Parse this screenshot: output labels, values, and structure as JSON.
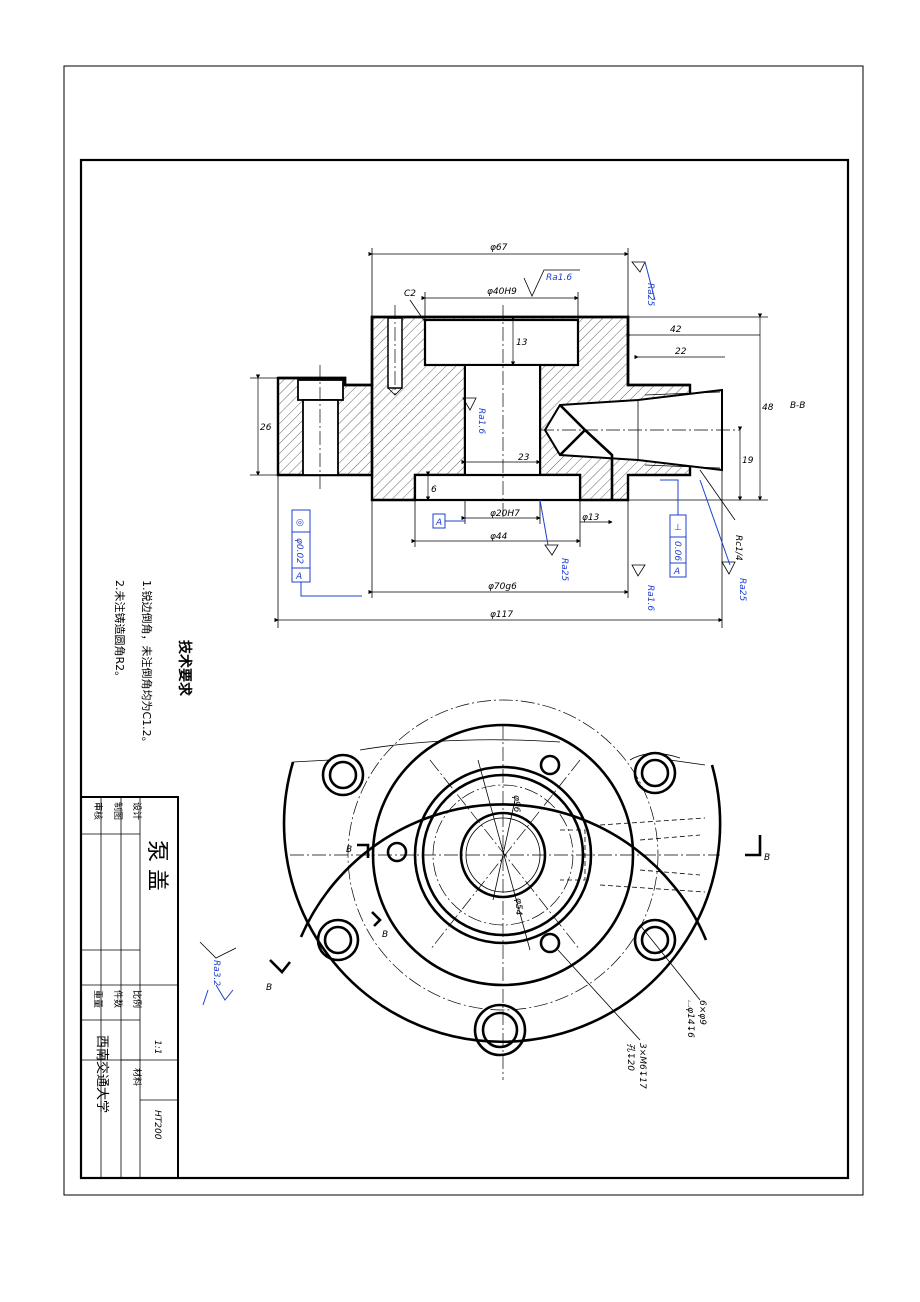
{
  "section_view": {
    "label": "B-B",
    "dims": {
      "d67": "φ67",
      "d40h9": "φ40H9",
      "c2": "C2",
      "l42": "42",
      "l22": "22",
      "l13a": "13",
      "l48": "48",
      "l19": "19",
      "l26": "26",
      "l23": "23",
      "l6": "6",
      "d20h7": "φ20H7",
      "d13": "φ13",
      "d44": "φ44",
      "d70g6": "φ70g6",
      "d117": "φ117",
      "rc14": "Rc1/4"
    },
    "roughness": {
      "ra16a": "Ra1.6",
      "ra16b": "Ra1.6",
      "ra16c": "Ra1.6",
      "ra25a": "Ra25",
      "ra25b": "Ra25",
      "ra25c": "Ra25",
      "ra32": "Ra3.2"
    },
    "tolerances": {
      "coax": {
        "symbol": "◎",
        "value": "φ0.02",
        "datum": "A"
      },
      "perp": {
        "symbol": "⊥",
        "value": "0.06",
        "datum": "A"
      },
      "datum_label": "A"
    }
  },
  "plan_view": {
    "section_marks": [
      "B",
      "B",
      "B",
      "B"
    ],
    "dims": {
      "d96": "φ96",
      "d54": "φ54",
      "holes6": "6×φ9",
      "cbore": "⌴φ14↧6",
      "tap": "3×M6↧17",
      "tapdrill": "孔↧20"
    }
  },
  "technical_requirements": {
    "title": "技术要求",
    "items": [
      "1.锐边倒角，未注倒角均为C1.2。",
      "2.未注铸造圆角R2。"
    ]
  },
  "title_block": {
    "part_name": "泵 盖",
    "scale_label": "比例",
    "scale_value": "1:1",
    "qty_label": "件数",
    "weight_label": "重量",
    "material_label": "材料",
    "material_value": "HT200",
    "design_label": "设计",
    "draw_label": "制图",
    "review_label": "审核",
    "school": "西南交通大学"
  }
}
